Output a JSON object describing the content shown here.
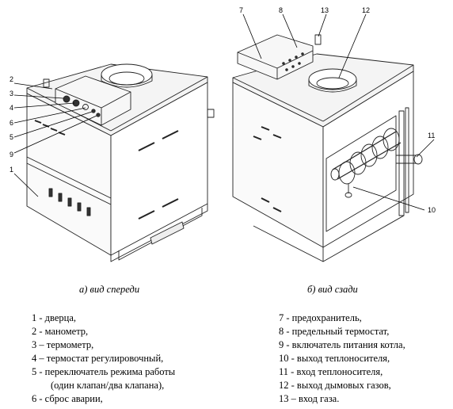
{
  "captions": {
    "front": "а) вид спереди",
    "back": "б) вид сзади"
  },
  "callouts": {
    "front": [
      "2",
      "3",
      "4",
      "6",
      "5",
      "9",
      "1"
    ],
    "back": [
      "7",
      "8",
      "13",
      "12",
      "11",
      "10"
    ]
  },
  "legend": {
    "left": [
      "1 - дверца,",
      "2 - манометр,",
      "3 – термометр,",
      "4 – термостат регулировочный,",
      "5 - переключатель режима работы",
      "(один клапан/два клапана),",
      "6 - сброс аварии,"
    ],
    "right": [
      "7 - предохранитель,",
      "8 - предельный термостат,",
      "9 - включатель питания котла,",
      "10 - выход теплоносителя,",
      "11 - вход теплоносителя,",
      "12 - выход дымовых газов,",
      "13 – вход газа."
    ]
  }
}
